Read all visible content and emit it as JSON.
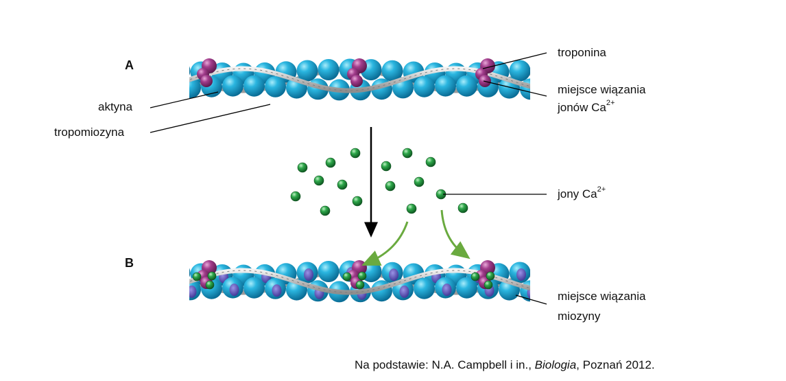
{
  "panels": {
    "a": "A",
    "b": "B"
  },
  "labels": {
    "aktyna": "aktyna",
    "tropomiozyna": "tropomiozyna",
    "troponina": "troponina",
    "miejsce_ca_line1": "miejsce wiązania",
    "miejsce_ca_line2": "jonów Ca",
    "jony_ca": "jony Ca",
    "ca_charge": "2+",
    "miejsce_miozyny_line1": "miejsce wiązania",
    "miejsce_miozyny_line2": "miozyny"
  },
  "source": {
    "prefix": "Na podstawie: N.A. Campbell i in., ",
    "title": "Biologia",
    "suffix": ", Poznań 2012."
  },
  "colors": {
    "actin": "#1aa7d6",
    "actin_highlight": "#8fe0f7",
    "actin_shadow": "#0a6d96",
    "troponin": "#a23d8c",
    "tropomyosin": "#c9c9c9",
    "calcium": "#2c9a45",
    "binding_site": "#5a4fb0",
    "arrow_main": "#000000",
    "arrow_green": "#6aaa3f"
  }
}
